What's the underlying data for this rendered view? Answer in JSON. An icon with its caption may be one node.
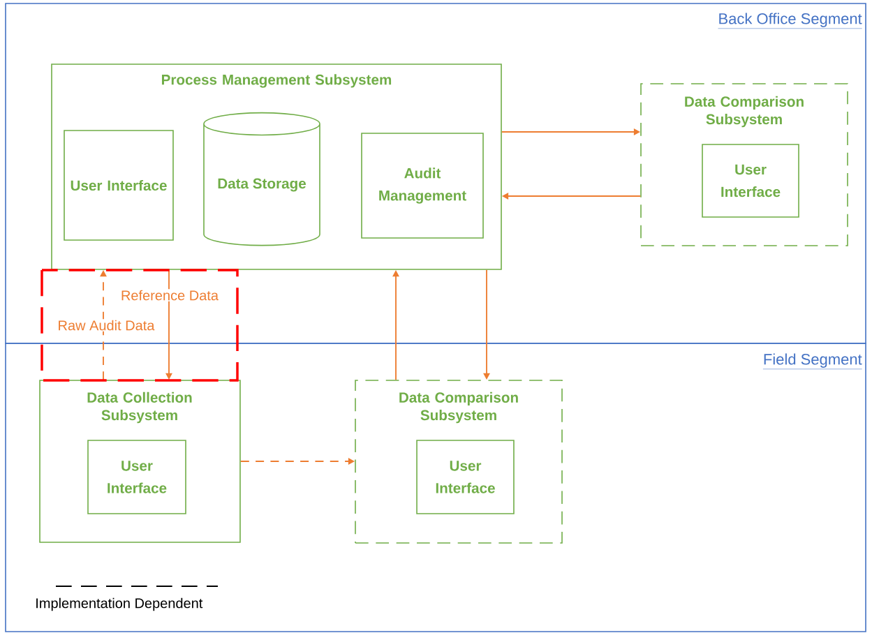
{
  "diagram": {
    "nodes": [
      {
        "text": [
          "Back Office Segment"
        ]
      },
      {
        "text": [
          "Process Management Subsystem"
        ],
        "in": 0
      },
      {
        "text": [
          "User Interface"
        ],
        "in": 1
      },
      {
        "text": [
          "Data Storage"
        ],
        "in": 1
      },
      {
        "text": [
          "Audit Management"
        ],
        "in": 1
      },
      {
        "text": [
          "Data Comparison Subsystem"
        ],
        "in": 0
      },
      {
        "text": [
          "User Interface"
        ],
        "in": 5
      },
      {
        "text": [
          "Field Segment"
        ]
      },
      {
        "text": [
          "Data Collection Subsystem"
        ],
        "in": 7
      },
      {
        "text": [
          "User Interface"
        ],
        "in": 8
      },
      {
        "text": [
          "Data Comparison Subsystem"
        ],
        "in": 7
      },
      {
        "text": [
          "User Interface"
        ],
        "in": 10
      }
    ],
    "edges": [
      {
        "from": 1,
        "to": 5,
        "arrow": "to"
      },
      {
        "from": 5,
        "to": 1,
        "arrow": "to"
      },
      {
        "from": 8,
        "to": 1,
        "arrow": "to",
        "label": "Raw Audit Data",
        "style": "dashed"
      },
      {
        "from": 1,
        "to": 8,
        "arrow": "to",
        "label": "Reference Data"
      },
      {
        "from": 10,
        "to": 1,
        "arrow": "to"
      },
      {
        "from": 1,
        "to": 10,
        "arrow": "to"
      },
      {
        "from": 8,
        "to": 10,
        "arrow": "to",
        "style": "dashed"
      }
    ],
    "legend": [
      {
        "text": "Implementation Dependent"
      }
    ]
  }
}
